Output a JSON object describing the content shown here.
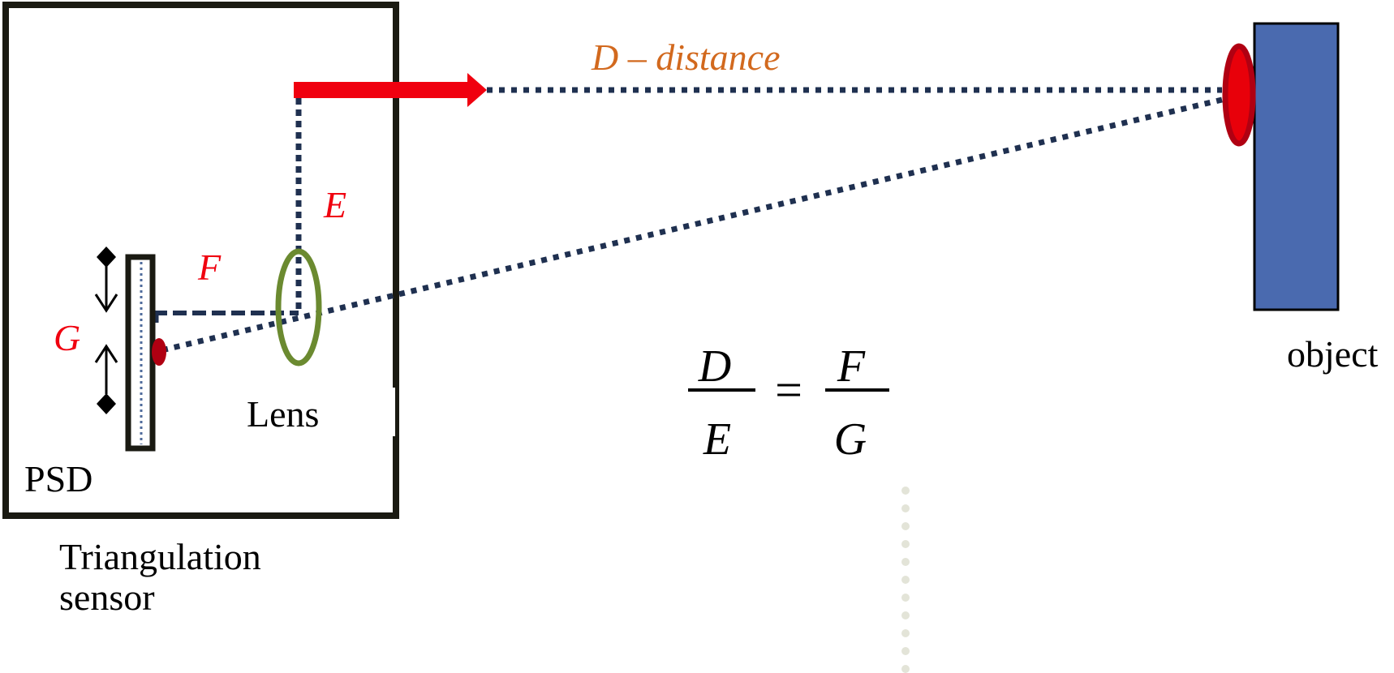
{
  "labels": {
    "d_distance": "D – distance",
    "e": "E",
    "f": "F",
    "g": "G",
    "lens": "Lens",
    "psd": "PSD",
    "object": "object",
    "sensor_line1": "Triangulation",
    "sensor_line2": "sensor"
  },
  "formula": {
    "left_numerator": "D",
    "left_denominator": "E",
    "equals": "=",
    "right_numerator": "F",
    "right_denominator": "G"
  },
  "colors": {
    "frame": "#1a1a12",
    "laser_red": "#f0000f",
    "spot_red": "#e8000a",
    "dark_red": "#b00012",
    "beam_navy": "#1f3050",
    "lens_green": "#6b8a30",
    "object_blue": "#4a6aaf",
    "d_label_orange": "#d2691e",
    "faint_dots": "#e3e4d8",
    "psd_dots": "#4f6b9b"
  },
  "icons": {
    "psd_up_arrow": "double-arrow-up-diamond-icon",
    "psd_down_arrow": "double-arrow-down-diamond-icon",
    "laser_arrow": "right-arrow-icon"
  }
}
